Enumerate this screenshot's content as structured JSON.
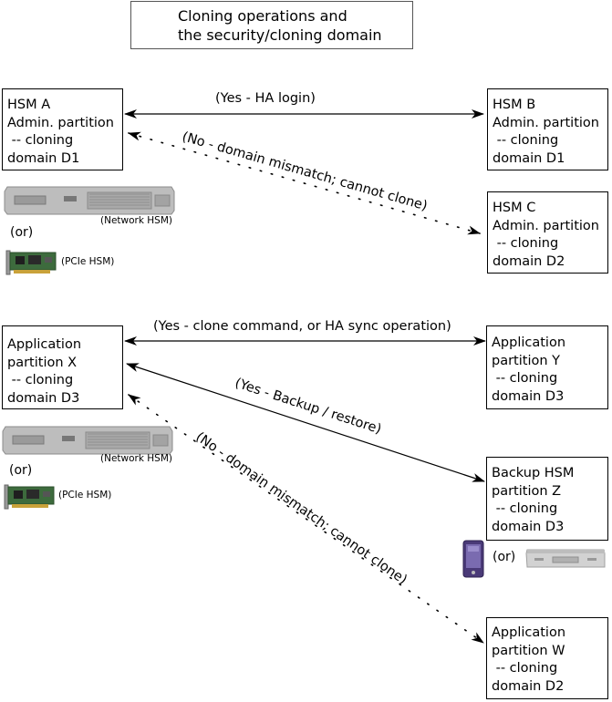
{
  "title": {
    "line1": "Cloning operations and",
    "line2": "the security/cloning domain"
  },
  "boxes": {
    "hsm_a": [
      "HSM A",
      "Admin. partition",
      " -- cloning",
      "domain D1"
    ],
    "hsm_b": [
      "HSM B",
      "Admin. partition",
      " -- cloning",
      "domain D1"
    ],
    "hsm_c": [
      "HSM C",
      "Admin. partition",
      " -- cloning",
      "domain D2"
    ],
    "app_x": [
      "Application",
      "partition X",
      " -- cloning",
      "domain D3"
    ],
    "app_y": [
      "Application",
      "partition Y",
      " -- cloning",
      "domain D3"
    ],
    "backup_z": [
      "Backup HSM",
      "partition Z",
      " -- cloning",
      "domain D3"
    ],
    "app_w": [
      "Application",
      "partition W",
      " -- cloning",
      "domain D2"
    ]
  },
  "connections": {
    "ha_login": "(Yes - HA login)",
    "mismatch_top": "(No - domain mismatch; cannot clone)",
    "clone_sync": "(Yes - clone command, or HA sync operation)",
    "backup_restore": "(Yes - Backup / restore)",
    "mismatch_bottom": "(No - domain mismatch; cannot clone)"
  },
  "devices": {
    "network_hsm_label_1": "(Network HSM)",
    "or_1": "(or)",
    "pcie_hsm_label_1": "(PCIe HSM)",
    "network_hsm_label_2": "(Network HSM)",
    "or_2": "(or)",
    "pcie_hsm_label_2": "(PCIe HSM)",
    "or_3": "(or)"
  },
  "colors": {
    "line": "#000000",
    "appliance_body": "#b8b8b8",
    "appliance_dark": "#8a8a8a",
    "card_green": "#3d6b3d",
    "phone_purple": "#5a3f86"
  }
}
